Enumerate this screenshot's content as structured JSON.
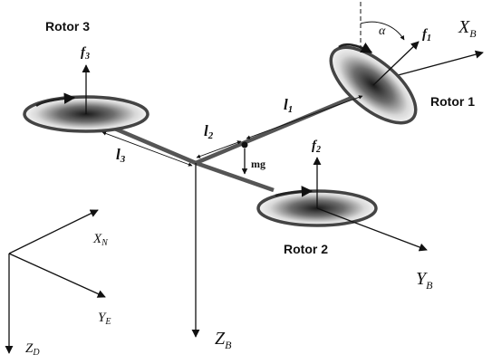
{
  "rotors": {
    "rotor1": "Rotor 1",
    "rotor2": "Rotor 2",
    "rotor3": "Rotor 3"
  },
  "forces": {
    "f1": "f",
    "f1_sub": "1",
    "f2": "f",
    "f2_sub": "2",
    "f3": "f",
    "f3_sub": "3",
    "mg": "mg"
  },
  "lengths": {
    "l1": "l",
    "l1_sub": "1",
    "l2": "l",
    "l2_sub": "2",
    "l3": "l",
    "l3_sub": "3"
  },
  "angle": {
    "alpha": "α"
  },
  "body_axes": {
    "xb": "X",
    "xb_sub": "B",
    "yb": "Y",
    "yb_sub": "B",
    "zb": "Z",
    "zb_sub": "B"
  },
  "earth_axes": {
    "xn": "X",
    "xn_sub": "N",
    "ye": "Y",
    "ye_sub": "E",
    "zd": "Z",
    "zd_sub": "D"
  }
}
